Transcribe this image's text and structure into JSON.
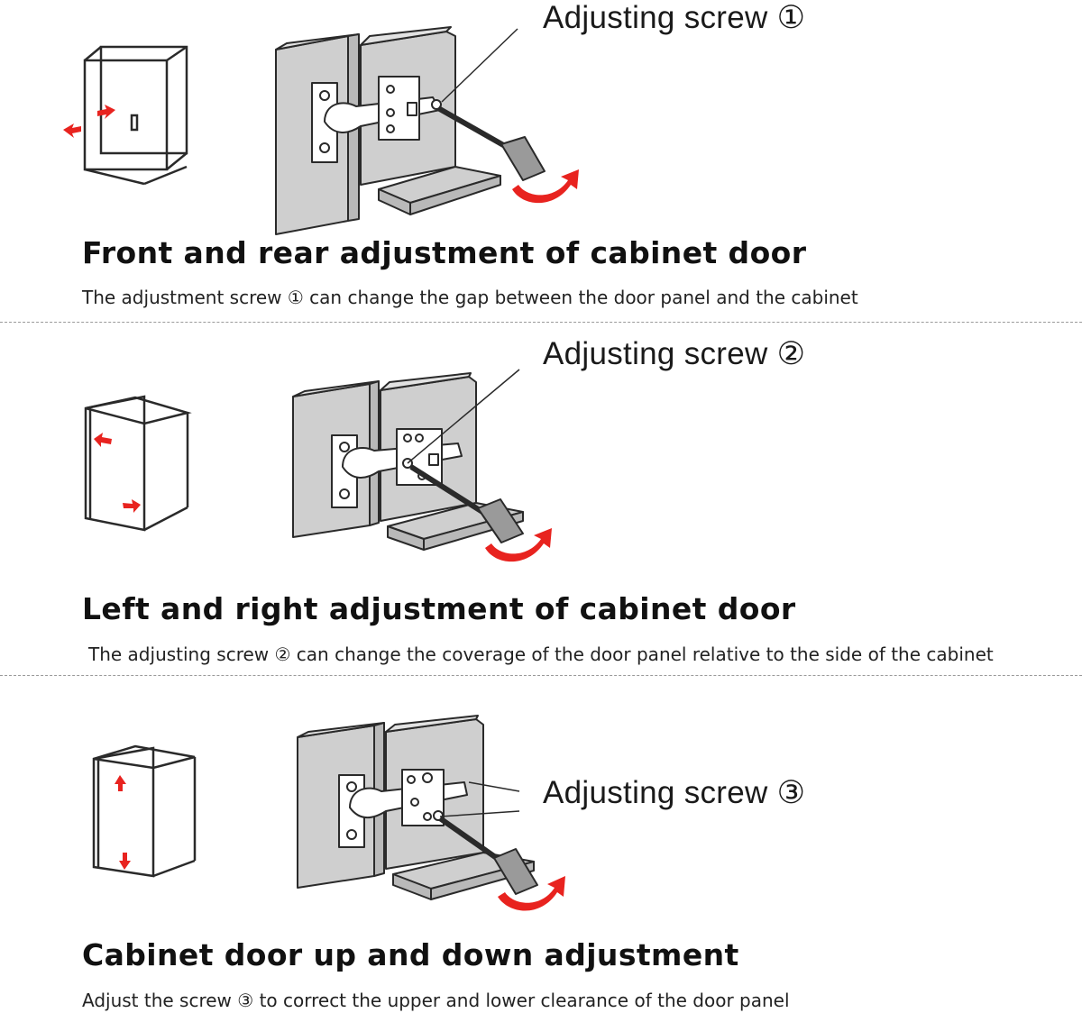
{
  "sections": [
    {
      "screw_label": "Adjusting screw ①",
      "title": "Front and rear adjustment of cabinet door",
      "description": "The adjustment screw ① can change the gap between the door panel and the cabinet"
    },
    {
      "screw_label": "Adjusting screw ②",
      "title": "Left and right adjustment of cabinet door",
      "description": "The adjusting screw ② can change the coverage of the door panel relative to the side of the cabinet"
    },
    {
      "screw_label": "Adjusting screw ③",
      "title": "Cabinet door up and down adjustment",
      "description": "Adjust the screw ③ to correct the upper and lower clearance of the door panel"
    }
  ],
  "colors": {
    "panel_fill": "#cfcfcf",
    "line": "#2a2a2a",
    "arrow_red": "#e8231f",
    "divider": "#9a9a9a"
  }
}
